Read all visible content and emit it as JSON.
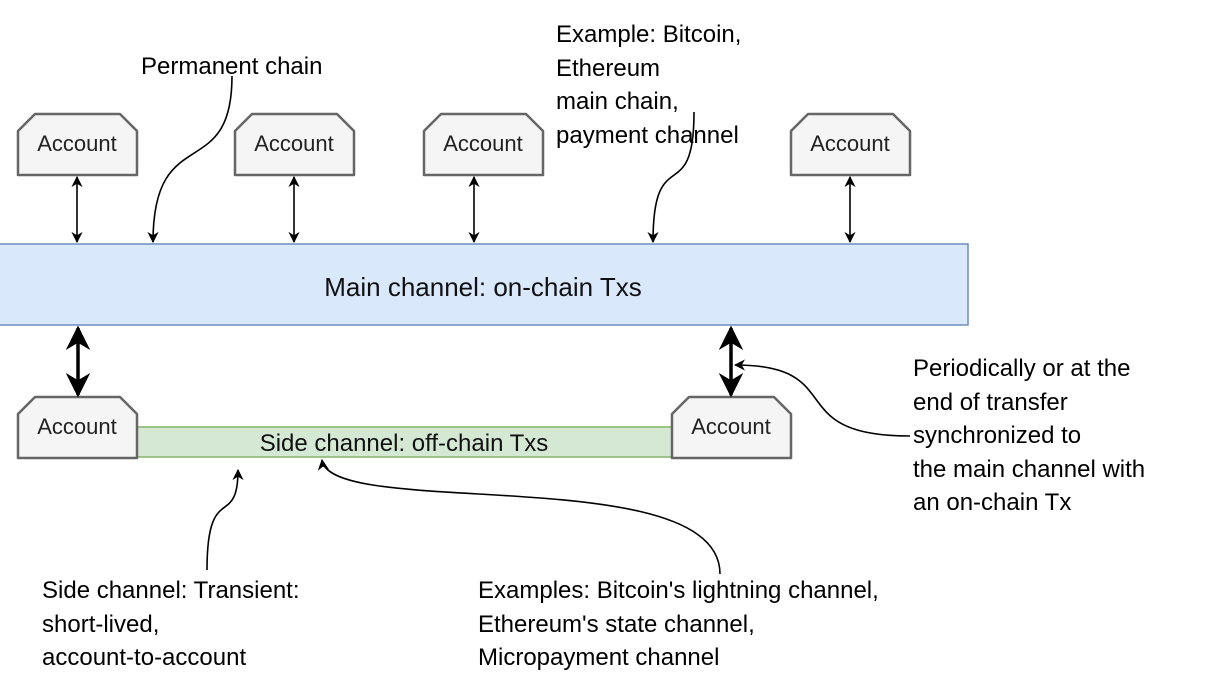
{
  "main_channel": {
    "label": "Main channel: on-chain Txs",
    "fill": "#dae8fc",
    "stroke": "#6c8ebf"
  },
  "side_channel": {
    "label": "Side channel: off-chain Txs",
    "fill": "#d5e8d4",
    "stroke": "#82b366"
  },
  "account": {
    "label": "Account",
    "fill": "#f5f5f5",
    "stroke": "#666666"
  },
  "annotations": {
    "permanent_chain": [
      "Permanent chain"
    ],
    "example_main": [
      "Example: Bitcoin,",
      "Ethereum",
      "main chain,",
      "payment channel"
    ],
    "periodic_sync": [
      "Periodically or at the",
      "end of transfer",
      "synchronized to",
      "the main channel with",
      "an on-chain Tx"
    ],
    "side_transient": [
      "Side channel: Transient:",
      "short-lived,",
      "account-to-account"
    ],
    "examples_side": [
      "Examples: Bitcoin's lightning channel,",
      "Ethereum's state channel,",
      "Micropayment channel"
    ]
  }
}
